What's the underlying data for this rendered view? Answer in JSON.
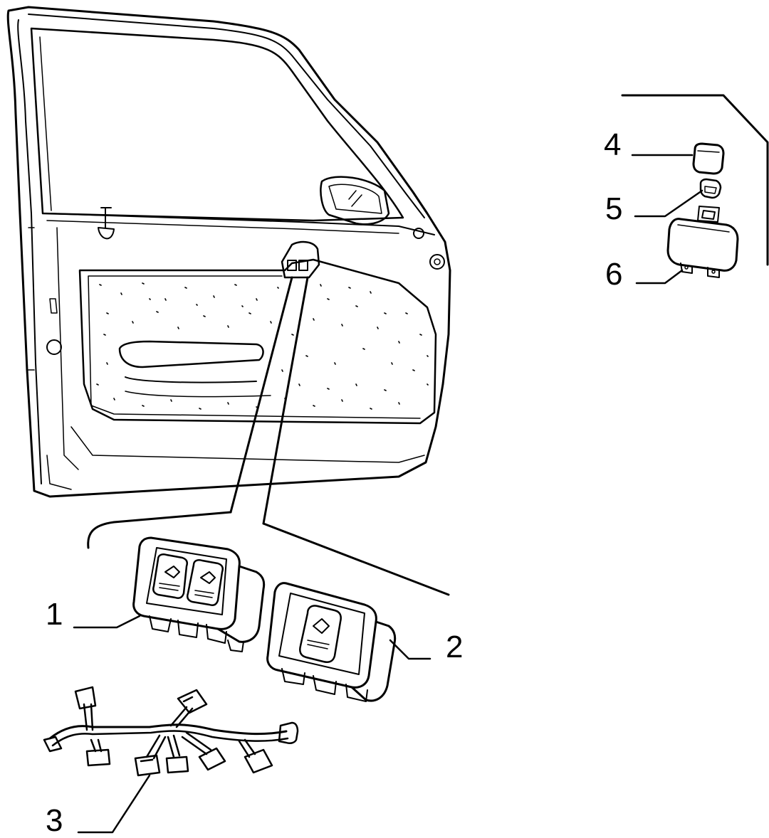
{
  "diagram": {
    "callouts": [
      {
        "id": "1",
        "label": "1",
        "part": "dual-window-switch"
      },
      {
        "id": "2",
        "label": "2",
        "part": "single-window-switch"
      },
      {
        "id": "3",
        "label": "3",
        "part": "wiring-harness"
      },
      {
        "id": "4",
        "label": "4",
        "part": "relay-cover"
      },
      {
        "id": "5",
        "label": "5",
        "part": "relay-plug"
      },
      {
        "id": "6",
        "label": "6",
        "part": "relay"
      }
    ],
    "colors": {
      "ink": "#000000",
      "paper": "#ffffff"
    }
  }
}
